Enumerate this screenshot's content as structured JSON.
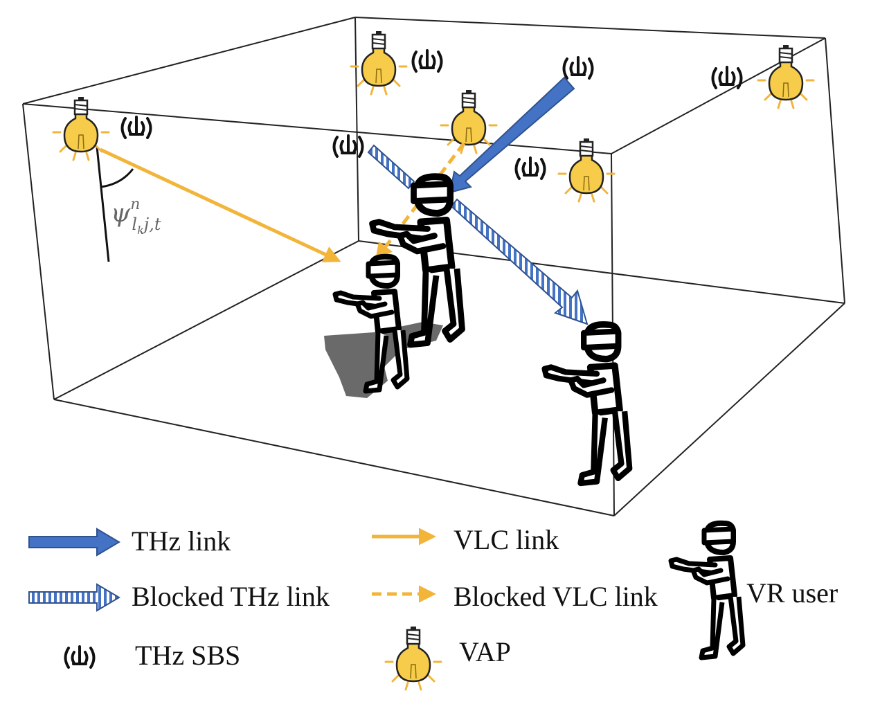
{
  "colors": {
    "thz_blue": "#4472C4",
    "vlc_yellow": "#F2B53A",
    "bulb_fill": "#F6CC4A",
    "room_lines": "#222222",
    "shadow": "#555555"
  },
  "angle_label": {
    "symbol": "ψ",
    "superscript": "n",
    "subscript_main": "l",
    "subscript_k": "k",
    "subscript_rest": "j,t"
  },
  "legend": {
    "thz_link": "THz link",
    "blocked_thz_link": "Blocked THz link",
    "thz_sbs": "THz SBS",
    "vlc_link": "VLC link",
    "blocked_vlc_link": "Blocked VLC link",
    "vap": "VAP",
    "vr_user": "VR user"
  }
}
